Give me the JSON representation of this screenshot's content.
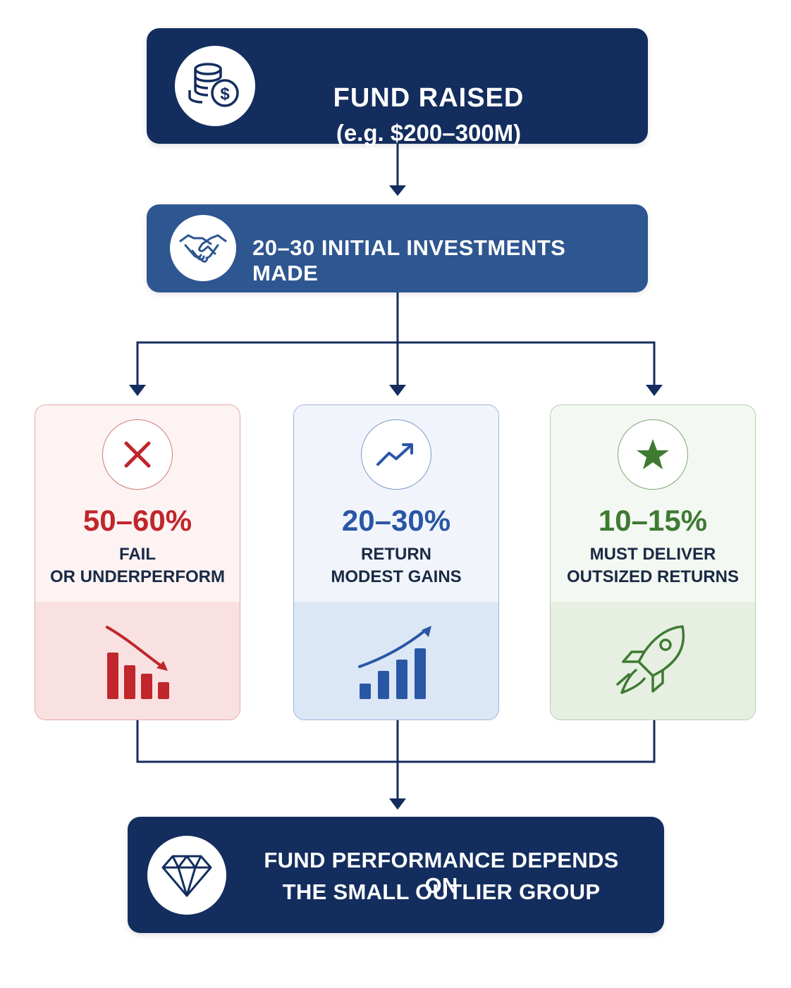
{
  "colors": {
    "navy": "#132d5e",
    "mid_blue": "#2e5690",
    "fail_red": "#c0262c",
    "modest_blue": "#2a56a6",
    "outlier_green": "#3f7a33",
    "connector": "#132d5e"
  },
  "fund_raised": {
    "title": "FUND RAISED",
    "subtitle": "(e.g. $200–300M)",
    "icon": "coins-dollar-icon"
  },
  "initial_investments": {
    "title": "20–30 INITIAL INVESTMENTS MADE",
    "icon": "handshake-icon"
  },
  "outcomes": [
    {
      "percent": "50–60%",
      "line1": "FAIL",
      "line2": "OR UNDERPERFORM",
      "icon": "x-mark-icon",
      "graphic": "declining-bar-chart-icon"
    },
    {
      "percent": "20–30%",
      "line1": "RETURN",
      "line2": "MODEST GAINS",
      "icon": "trend-up-icon",
      "graphic": "rising-bar-chart-icon"
    },
    {
      "percent": "10–15%",
      "line1": "MUST DELIVER",
      "line2": "OUTSIZED RETURNS",
      "icon": "star-icon",
      "graphic": "rocket-icon"
    }
  ],
  "conclusion": {
    "line1": "FUND PERFORMANCE DEPENDS ON",
    "line2": "THE SMALL OUTLIER GROUP",
    "icon": "diamond-icon"
  }
}
